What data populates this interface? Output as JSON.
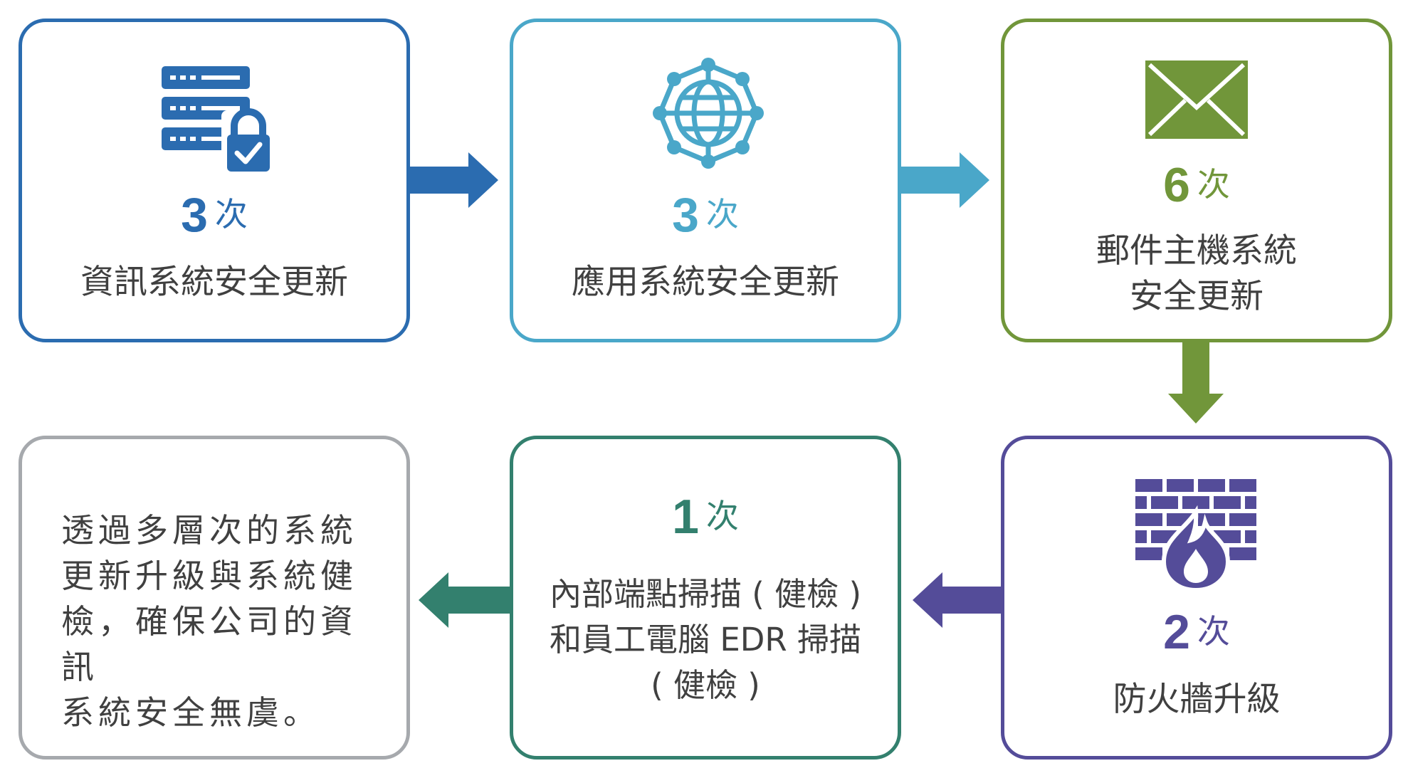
{
  "colors": {
    "blue": "#2b6cb0",
    "light_blue": "#4aa7c9",
    "green": "#71963a",
    "purple": "#544c99",
    "teal": "#33806e",
    "gray": "#a6a9ad",
    "text": "#404040"
  },
  "steps": [
    {
      "icon": "server-lock-icon",
      "count": "3",
      "unit": "次",
      "label": "資訊系統安全更新"
    },
    {
      "icon": "globe-network-icon",
      "count": "3",
      "unit": "次",
      "label": "應用系統安全更新"
    },
    {
      "icon": "envelope-icon",
      "count": "6",
      "unit": "次",
      "label_lines": [
        "郵件主機系統",
        "安全更新"
      ]
    },
    {
      "icon": "firewall-icon",
      "count": "2",
      "unit": "次",
      "label": "防火牆升級"
    },
    {
      "count": "1",
      "unit": "次",
      "label_lines": [
        "內部端點掃描 ( 健檢 )",
        "和員工電腦 EDR 掃描",
        "( 健檢 )"
      ]
    }
  ],
  "summary": {
    "lines": [
      "透過多層次的系統",
      "更新升級與系統健",
      "檢，確保公司的資訊",
      "系統安全無虞。"
    ]
  }
}
